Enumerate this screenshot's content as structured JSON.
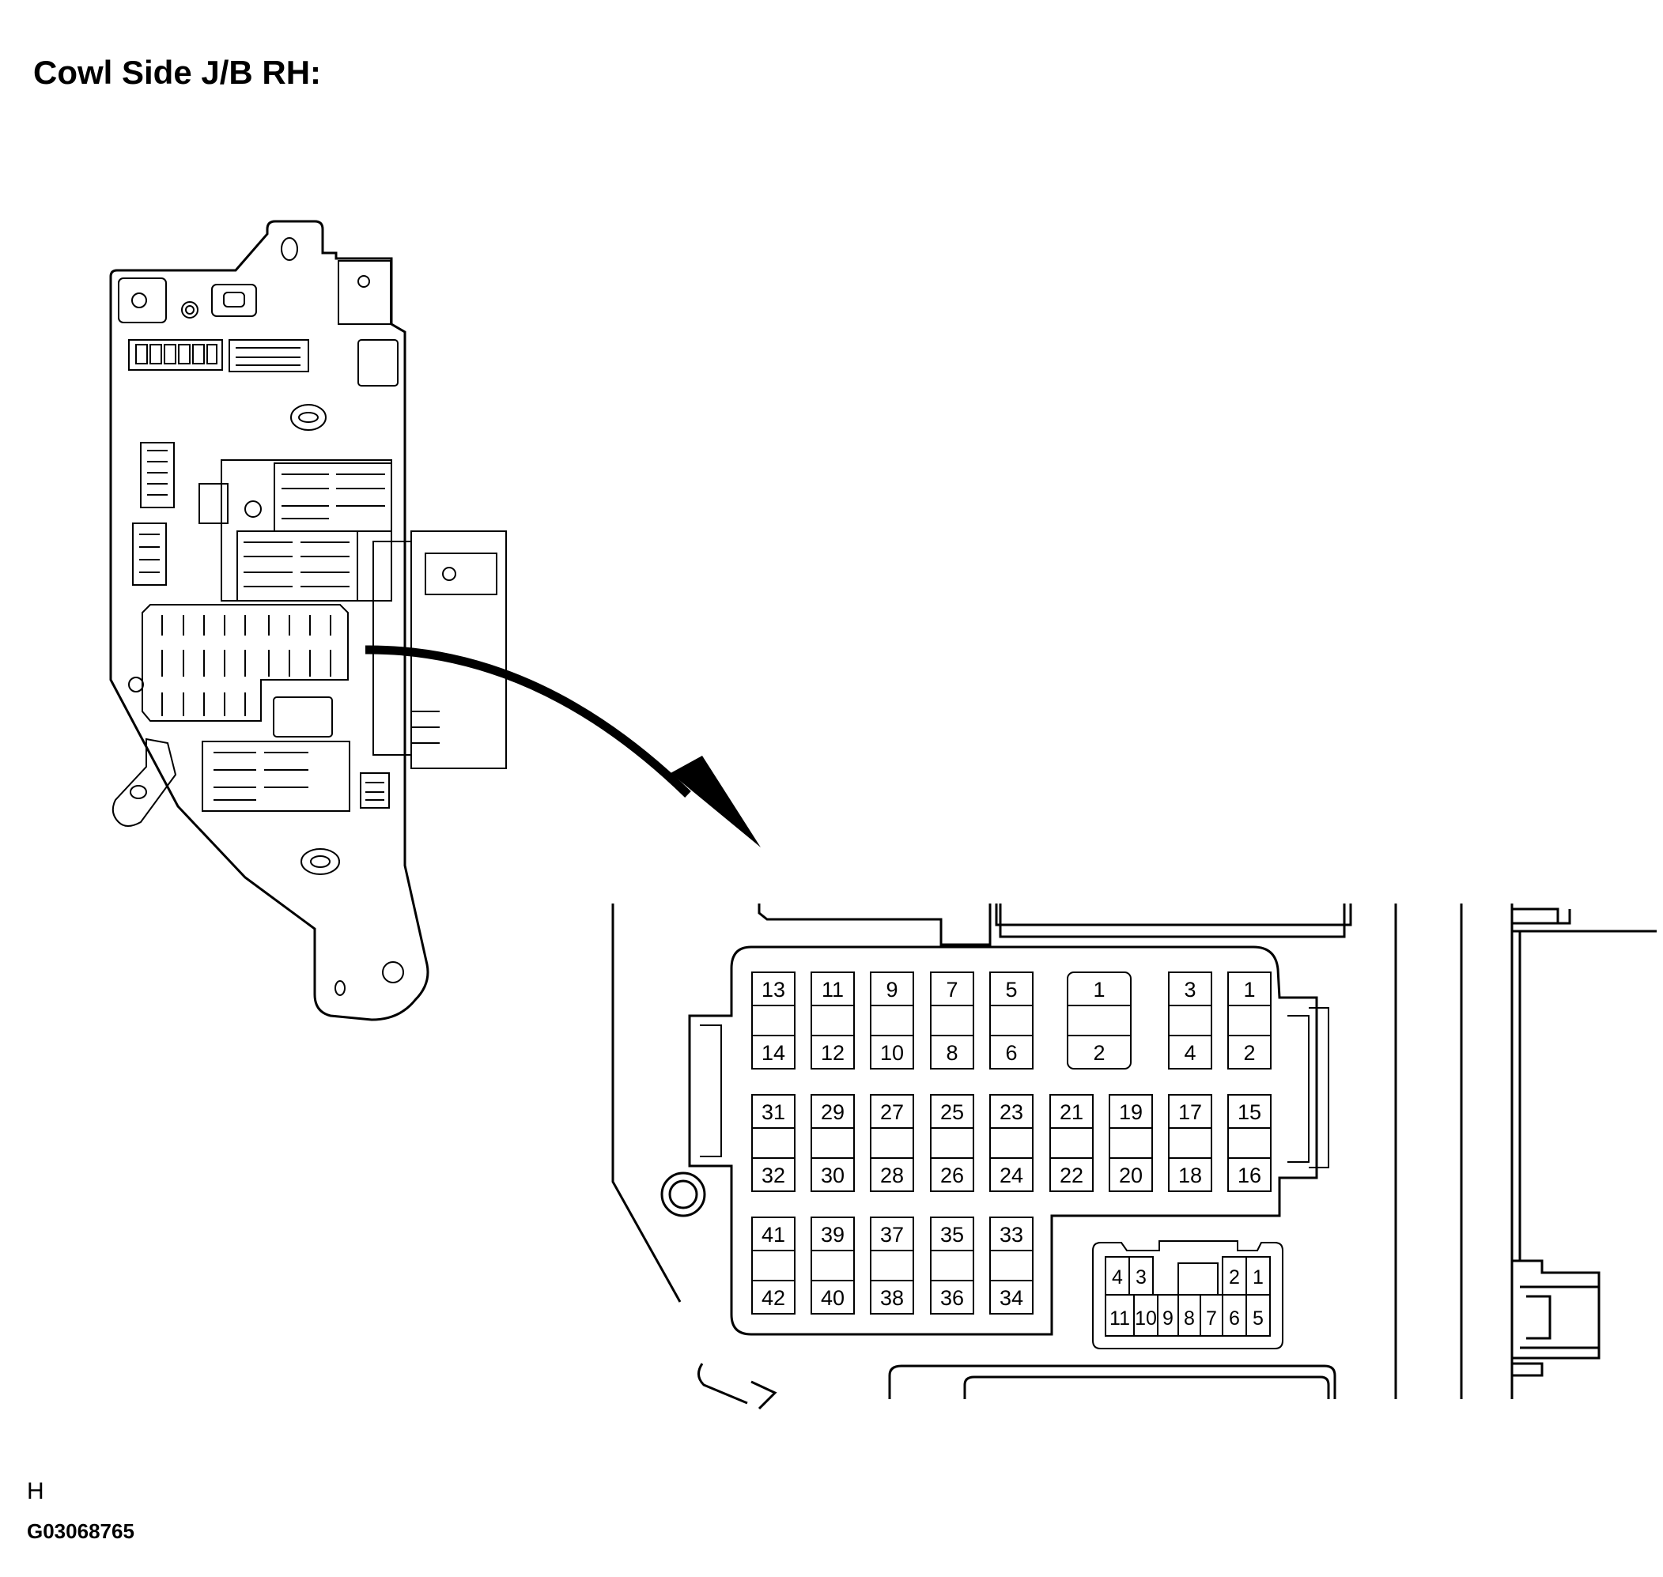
{
  "title": "Cowl Side J/B RH:",
  "footer": {
    "letter": "H",
    "code": "G03068765"
  },
  "fuse_rows": [
    [
      [
        "13",
        "14"
      ],
      [
        "11",
        "12"
      ],
      [
        "9",
        "10"
      ],
      [
        "7",
        "8"
      ],
      [
        "5",
        "6"
      ],
      [
        "1",
        "2"
      ],
      [
        "3",
        "4"
      ],
      [
        "1",
        "2"
      ]
    ],
    [
      [
        "31",
        "32"
      ],
      [
        "29",
        "30"
      ],
      [
        "27",
        "28"
      ],
      [
        "25",
        "26"
      ],
      [
        "23",
        "24"
      ],
      [
        "21",
        "22"
      ],
      [
        "19",
        "20"
      ],
      [
        "17",
        "18"
      ],
      [
        "15",
        "16"
      ]
    ],
    [
      [
        "41",
        "42"
      ],
      [
        "39",
        "40"
      ],
      [
        "37",
        "38"
      ],
      [
        "35",
        "36"
      ],
      [
        "33",
        "34"
      ]
    ]
  ],
  "connector": {
    "top_left": [
      "4",
      "3"
    ],
    "top_right": [
      "2",
      "1"
    ],
    "bottom": [
      "11",
      "10",
      "9",
      "8",
      "7",
      "6",
      "5"
    ]
  }
}
